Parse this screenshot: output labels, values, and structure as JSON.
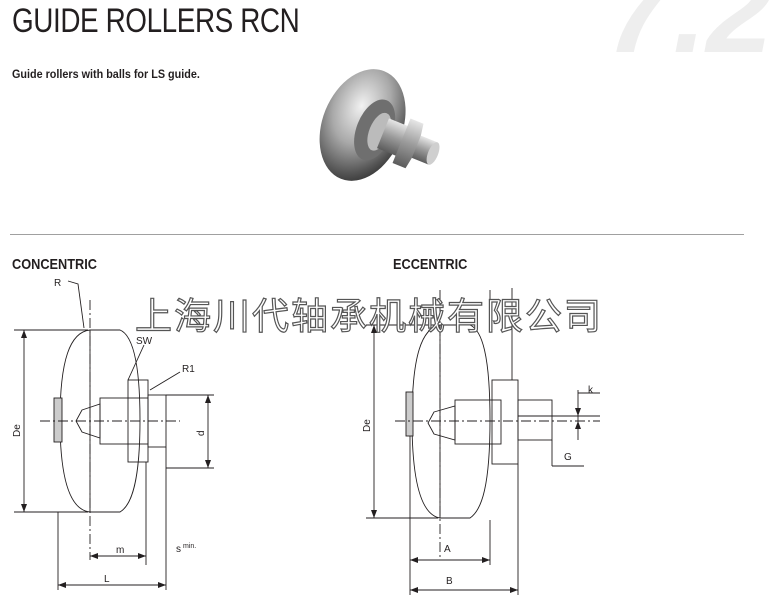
{
  "header": {
    "title": "GUIDE ROLLERS RCN",
    "section_number": "7.2",
    "subtitle": "Guide rollers with balls for LS guide."
  },
  "sections": {
    "concentric": "CONCENTRIC",
    "eccentric": "ECCENTRIC"
  },
  "watermark": "上海川代轴承机械有限公司",
  "concentric_labels": {
    "R": "R",
    "SW": "SW",
    "R1": "R1",
    "De": "De",
    "d": "d",
    "m": "m",
    "s": "s",
    "s_sup": "min.",
    "L": "L"
  },
  "eccentric_labels": {
    "De": "De",
    "k": "k",
    "G": "G",
    "A": "A",
    "B": "B"
  },
  "colors": {
    "text": "#231f20",
    "line": "#231f20",
    "rule": "#a0a0a0"
  }
}
